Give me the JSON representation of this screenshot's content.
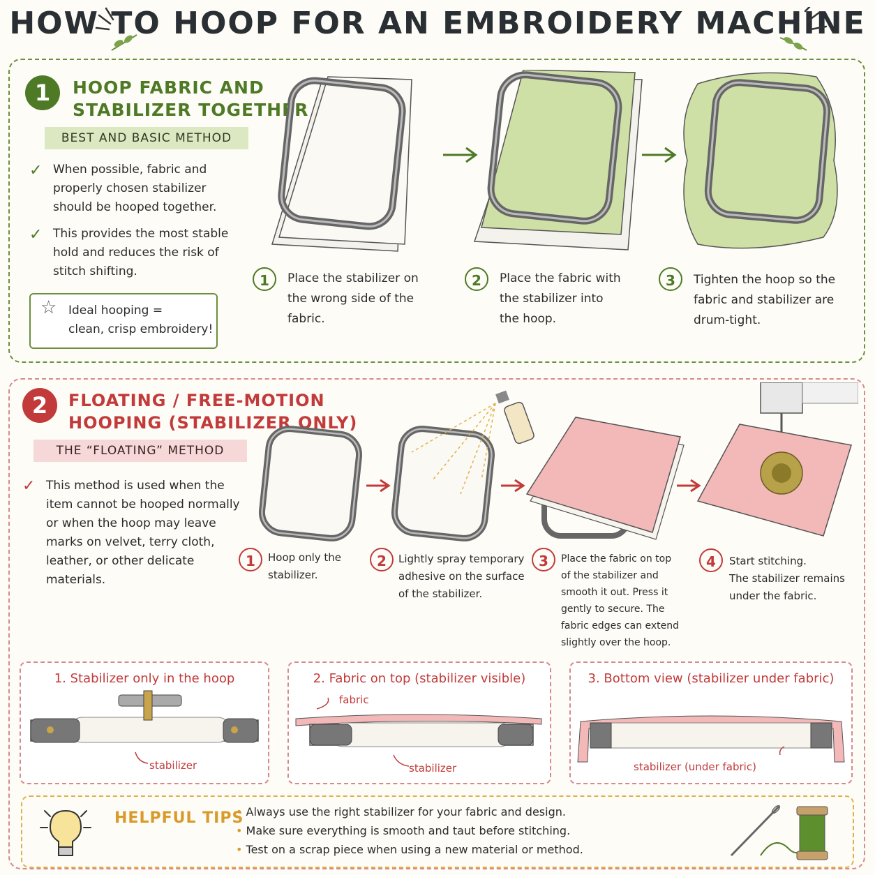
{
  "page_title": "HOW TO HOOP FOR AN EMBROIDERY MACHINE",
  "colors": {
    "green": "#4e7a26",
    "red": "#c23a3a",
    "yellow": "#d99a2a",
    "fabric_green": "#cfe0a6",
    "fabric_pink": "#f3b8b8"
  },
  "section1": {
    "number": "1",
    "heading_line1": "HOOP FABRIC AND",
    "heading_line2": "STABILIZER TOGETHER",
    "ribbon": "BEST AND BASIC METHOD",
    "bullets": [
      {
        "l1": "When possible, fabric and",
        "l2": "properly chosen stabilizer",
        "l3": "should be hooped together."
      },
      {
        "l1": "This provides the most stable",
        "l2": "hold and reduces the risk of",
        "l3": "stitch shifting."
      }
    ],
    "note_icon": "star-icon",
    "note_l1": "Ideal hooping =",
    "note_l2": "clean, crisp embroidery!",
    "steps": [
      {
        "num": "1",
        "l1": "Place the stabilizer on",
        "l2": "the wrong side of the",
        "l3": "fabric."
      },
      {
        "num": "2",
        "l1": "Place the fabric with",
        "l2": "the stabilizer into",
        "l3": "the hoop."
      },
      {
        "num": "3",
        "l1": "Tighten the hoop so the",
        "l2": "fabric and stabilizer are",
        "l3": "drum-tight."
      }
    ]
  },
  "section2": {
    "number": "2",
    "heading_line1": "FLOATING / FREE-MOTION",
    "heading_line2": "HOOPING (STABILIZER ONLY)",
    "ribbon": "THE “FLOATING” METHOD",
    "bullet": {
      "l1": "This method is used when the",
      "l2": "item cannot be hooped normally",
      "l3": "or when the hoop may leave",
      "l4": "marks on velvet, terry cloth,",
      "l5": "leather, or other delicate",
      "l6": "materials."
    },
    "steps": [
      {
        "num": "1",
        "lines": [
          "Hoop only the",
          "stabilizer."
        ]
      },
      {
        "num": "2",
        "lines": [
          "Lightly spray temporary",
          "adhesive on the surface",
          "of the stabilizer."
        ]
      },
      {
        "num": "3",
        "lines": [
          "Place the fabric on top",
          "of the stabilizer and",
          "smooth it out. Press it",
          "gently to secure. The",
          "fabric edges can extend",
          "slightly over the hoop."
        ]
      },
      {
        "num": "4",
        "lines": [
          "Start stitching.",
          "The stabilizer remains",
          "under the fabric."
        ]
      }
    ],
    "panels": [
      {
        "title": "1. Stabilizer only in the hoop",
        "label": "stabilizer"
      },
      {
        "title": "2. Fabric on top (stabilizer visible)",
        "label": "stabilizer",
        "label2": "fabric"
      },
      {
        "title": "3. Bottom view (stabilizer under fabric)",
        "label": "stabilizer (under fabric)"
      }
    ]
  },
  "tips": {
    "icon": "lightbulb-icon",
    "title": "HELPFUL TIPS",
    "items": [
      "Always use the right stabilizer for your fabric and design.",
      "Make sure everything is smooth and taut before stitching.",
      "Test on a scrap piece when using a new material or method."
    ],
    "decor_icons": [
      "needle-icon",
      "thread-spool-icon"
    ]
  }
}
